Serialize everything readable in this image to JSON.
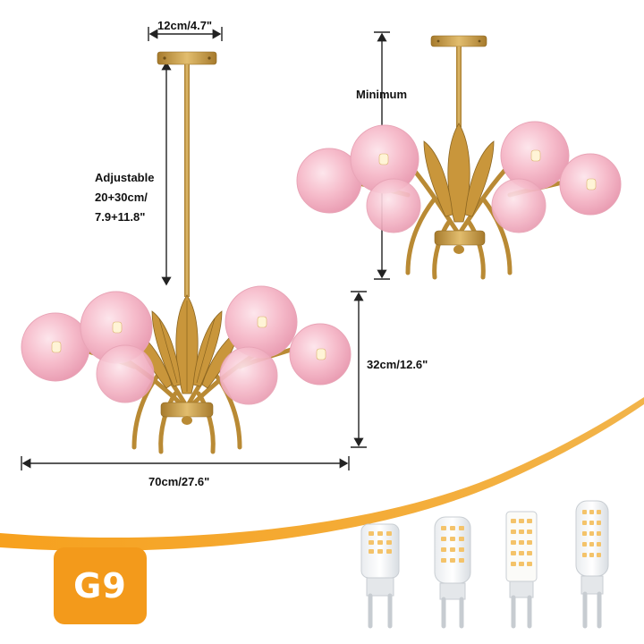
{
  "dimensions": {
    "canopy_width": "12cm/4.7\"",
    "adjustable_title": "Adjustable",
    "adjustable_metric": "20+30cm/",
    "adjustable_imperial": "7.9+11.8\"",
    "minimum": "Minimum",
    "height": "32cm/12.6\"",
    "width": "70cm/27.6\""
  },
  "bulb_type": "G9",
  "colors": {
    "accent": "#f39a1b",
    "brass": "#c79a45",
    "globe": "#f4b9c6"
  },
  "icons": [
    "chandelier-illustration",
    "g9-led-bulb"
  ]
}
